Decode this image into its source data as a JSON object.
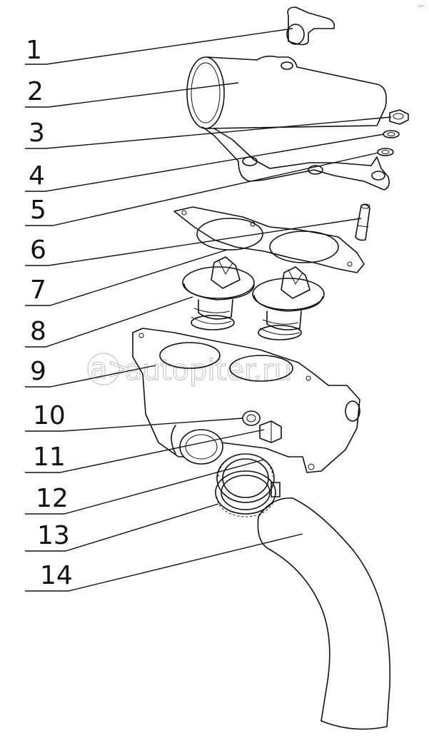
{
  "labels": [
    "1",
    "2",
    "3",
    "4",
    "5",
    "6",
    "7",
    "8",
    "9",
    "10",
    "11",
    "12",
    "13",
    "14"
  ],
  "watermark": "autopiter.ru",
  "watermark_logo": "a>",
  "corner_mark": "▫▫"
}
